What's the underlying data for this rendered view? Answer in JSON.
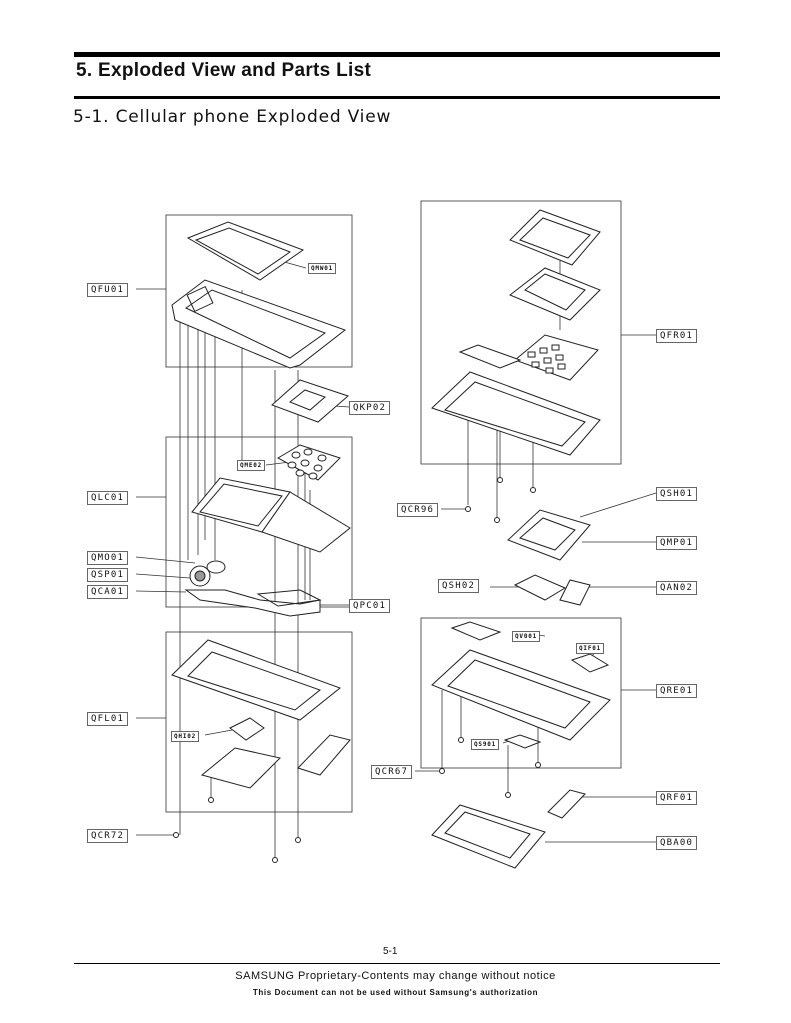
{
  "header": {
    "title": "5. Exploded View and Parts List",
    "subtitle": "5-1. Cellular phone Exploded View"
  },
  "parts": {
    "QFU01": "QFU01",
    "QMW01": "QMW01",
    "QKP02": "QKP02",
    "QME02": "QME02",
    "QLC01": "QLC01",
    "QMO01": "QMO01",
    "QSP01": "QSP01",
    "QCA01": "QCA01",
    "QPC01": "QPC01",
    "QFL01": "QFL01",
    "QHI02": "QHI02",
    "QCR72": "QCR72",
    "QFR01": "QFR01",
    "QSH01": "QSH01",
    "QCR96": "QCR96",
    "QMP01": "QMP01",
    "QSH02": "QSH02",
    "QAN02": "QAN02",
    "QV001": "QV001",
    "QIF01": "QIF01",
    "QRE01": "QRE01",
    "QS901": "QS901",
    "QCR67": "QCR67",
    "QRF01": "QRF01",
    "QBA00": "QBA00"
  },
  "footer": {
    "page": "5-1",
    "line1": "SAMSUNG Proprietary-Contents may change without notice",
    "line2": "This Document can not be used without Samsung's authorization"
  }
}
